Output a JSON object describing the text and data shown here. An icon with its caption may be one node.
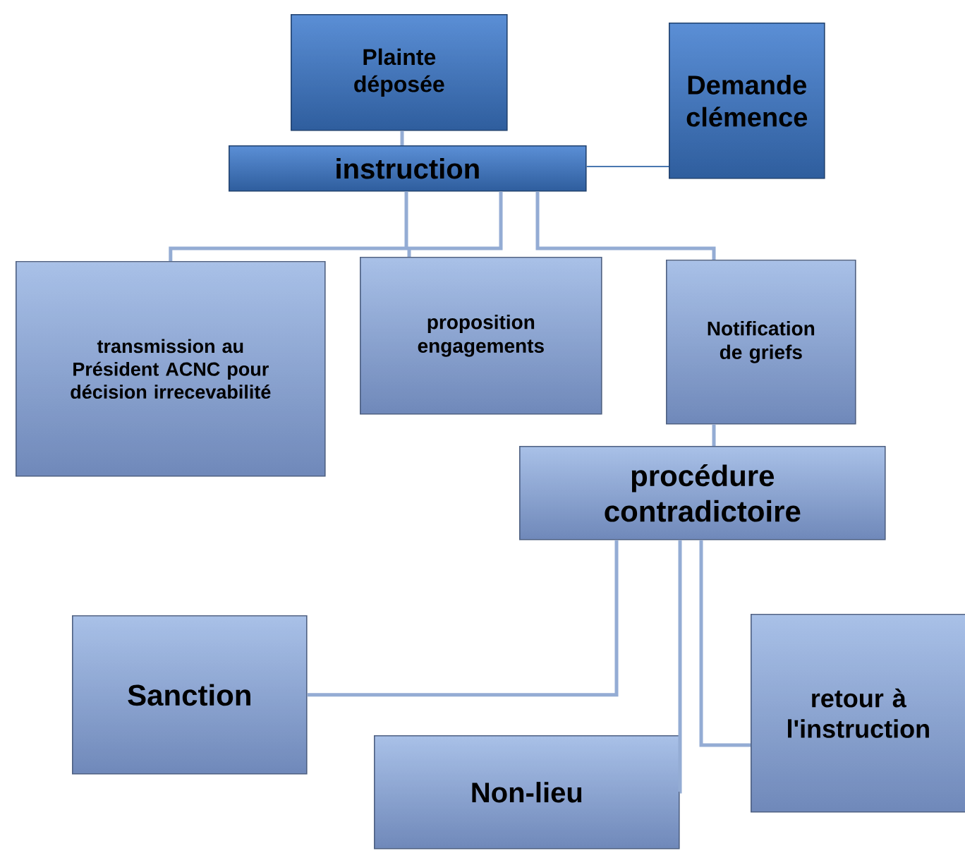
{
  "diagram": {
    "nodes": [
      {
        "text": [
          "Plainte déposée"
        ]
      },
      {
        "text": [
          "Demande clémence"
        ]
      },
      {
        "text": [
          "instruction"
        ]
      },
      {
        "text": [
          "transmission au Président ACNC pour décision irrecevabilité"
        ]
      },
      {
        "text": [
          "proposition engagements"
        ]
      },
      {
        "text": [
          "Notification de griefs"
        ]
      },
      {
        "text": [
          "procédure contradictoire"
        ]
      },
      {
        "text": [
          "Sanction"
        ]
      },
      {
        "text": [
          "Non-lieu"
        ]
      },
      {
        "text": [
          "retour à l'instruction"
        ]
      }
    ],
    "edges": [
      {
        "from": 0,
        "to": 2,
        "arrow": "none"
      },
      {
        "from": 1,
        "to": 2,
        "arrow": "none",
        "color": "#4a78b0"
      },
      {
        "from": 2,
        "to": 3,
        "arrow": "none"
      },
      {
        "from": 2,
        "to": 4,
        "arrow": "none"
      },
      {
        "from": 2,
        "to": 5,
        "arrow": "none"
      },
      {
        "from": 5,
        "to": 6,
        "arrow": "none"
      },
      {
        "from": 6,
        "to": 7,
        "arrow": "none"
      },
      {
        "from": 6,
        "to": 8,
        "arrow": "none"
      },
      {
        "from": 6,
        "to": 9,
        "arrow": "none"
      }
    ]
  }
}
